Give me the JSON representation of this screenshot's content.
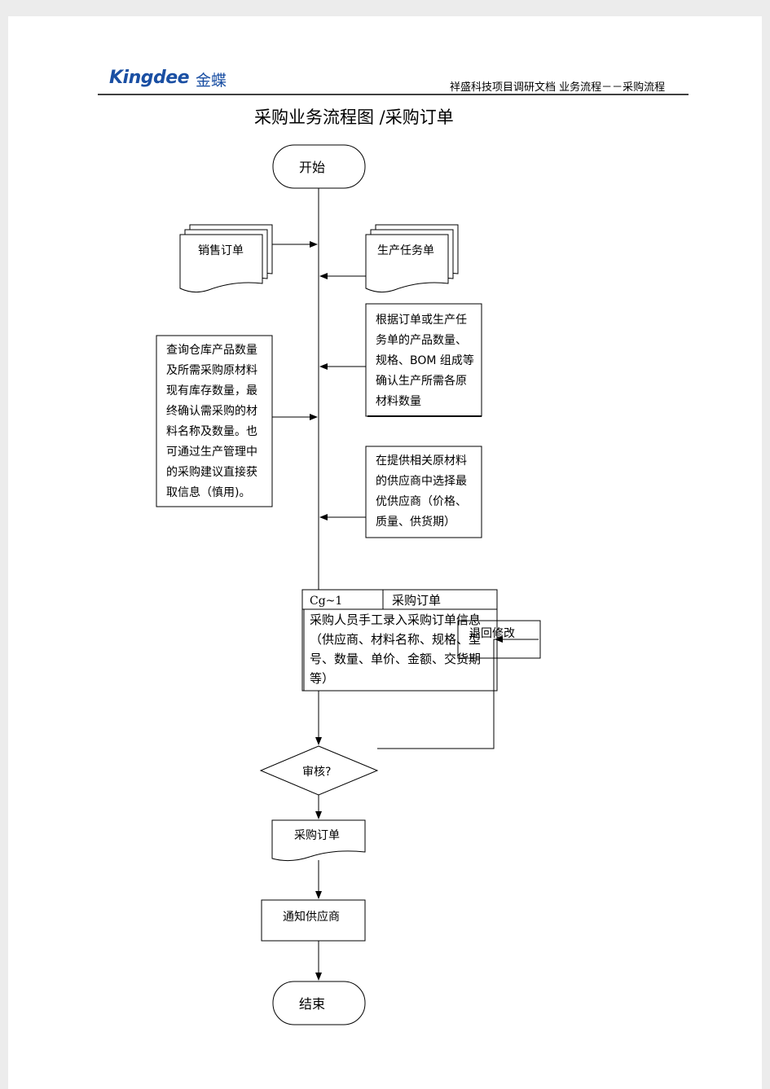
{
  "header": {
    "logo_brand": "Kingdee",
    "logo_cn": "金蝶",
    "doc_title": "祥盛科技项目调研文档 业务流程－－采购流程"
  },
  "diagram": {
    "title": "采购业务流程图  /采购订单",
    "nodes": {
      "start": "开始",
      "sales_order": "销售订单",
      "production_task": "生产任务单",
      "calc_materials": "根据订单或生产任务单的产品数量、规格、BOM 组成等确认生产所需各原材料数量",
      "query_inventory": "查询仓库产品数量及所需采购原材料现有库存数量，最终确认需采购的材料名称及数量。也可通过生产管理中的采购建议直接获取信息（慎用)。",
      "select_supplier": "在提供相关原材料的供应商中选择最优供应商（价格、质量、供货期）",
      "process_code": "Cg~1",
      "process_name": "采购订单",
      "process_desc": "采购人员手工录入采购订单信息（供应商、材料名称、规格、型号、数量、单价、金额、交货期等）",
      "return_modify": "退回修改",
      "review": "审核?",
      "purchase_order_doc": "采购订单",
      "notify_supplier": "通知供应商",
      "end": "结束"
    }
  },
  "colors": {
    "line": "#000000",
    "logo": "#1a4fa3",
    "background": "#ffffff"
  }
}
